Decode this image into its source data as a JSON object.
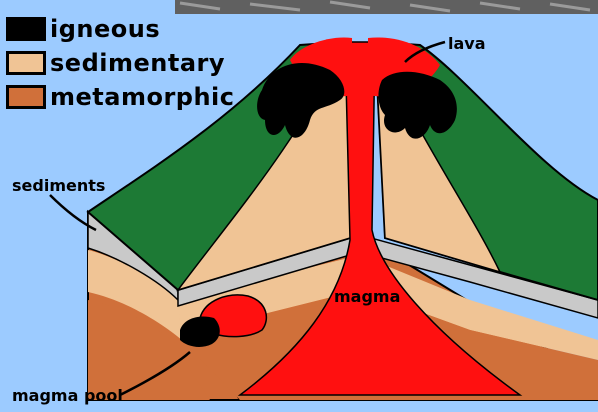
{
  "legend": {
    "items": [
      {
        "label": "igneous",
        "color": "#000000"
      },
      {
        "label": "sedimentary",
        "color": "#f0c495"
      },
      {
        "label": "metamorphic",
        "color": "#d0703a"
      }
    ]
  },
  "labels": {
    "lava": "lava",
    "sediments": "sediments",
    "magma": "magma",
    "magma_pool": "magma pool"
  },
  "colors": {
    "sky": "#9ccbff",
    "grass": "#1d7a35",
    "magma": "#ff1010",
    "igneous": "#000000",
    "sedimentary": "#f0c495",
    "metamorphic": "#d0703a",
    "sediment_layer": "#c9c9c9",
    "rock_top": "#606060"
  }
}
